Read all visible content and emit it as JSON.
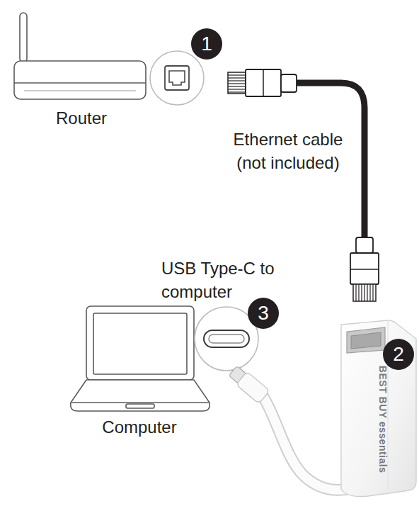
{
  "diagram": {
    "labels": [
      "1",
      "Router",
      "Ethernet cable (not included)",
      "USB Type-C to computer",
      "3",
      "2",
      "BEST BUY essentials",
      "Computer"
    ]
  }
}
